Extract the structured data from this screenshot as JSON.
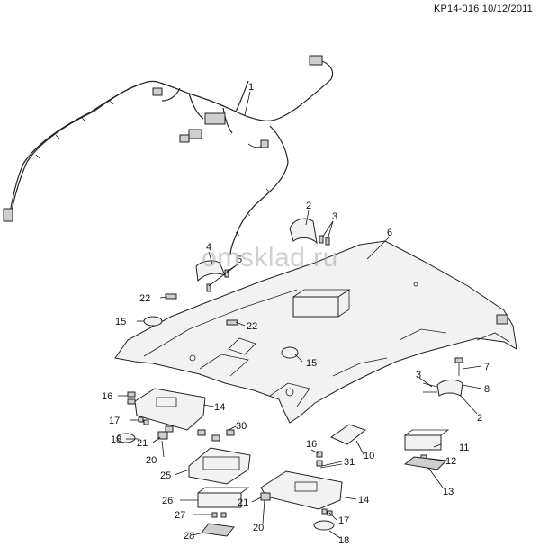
{
  "doc": {
    "reference": "KP14-016 10/12/2011",
    "watermark": "omsklad.ru"
  },
  "callouts": {
    "c1": "1",
    "c2a": "2",
    "c2b": "2",
    "c3a": "3",
    "c3b": "3",
    "c4": "4",
    "c5": "5",
    "c6": "6",
    "c7": "7",
    "c8": "8",
    "c10": "10",
    "c11": "11",
    "c12": "12",
    "c13": "13",
    "c14a": "14",
    "c14b": "14",
    "c15a": "15",
    "c15b": "15",
    "c16a": "16",
    "c16b": "16",
    "c17a": "17",
    "c17b": "17",
    "c18a": "18",
    "c18b": "18",
    "c20a": "20",
    "c20b": "20",
    "c21a": "21",
    "c21b": "21",
    "c22a": "22",
    "c22b": "22",
    "c25": "25",
    "c26": "26",
    "c27": "27",
    "c28": "28",
    "c30": "30",
    "c31": "31"
  }
}
